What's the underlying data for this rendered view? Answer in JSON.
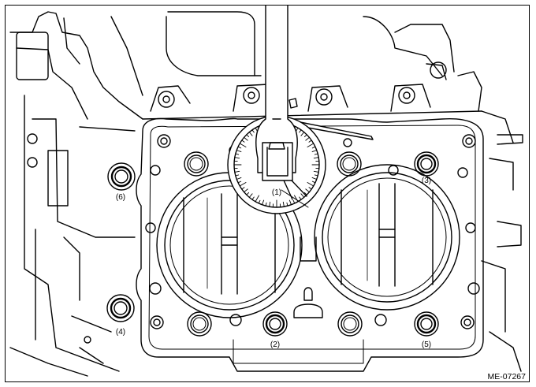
{
  "labels": {
    "l1": "(1)",
    "l2": "(2)",
    "l3": "(3)",
    "l4": "(4)",
    "l5": "(5)",
    "l6": "(6)"
  },
  "figure_code": "ME-07267",
  "colors": {
    "line": "#000000",
    "background": "#ffffff"
  }
}
